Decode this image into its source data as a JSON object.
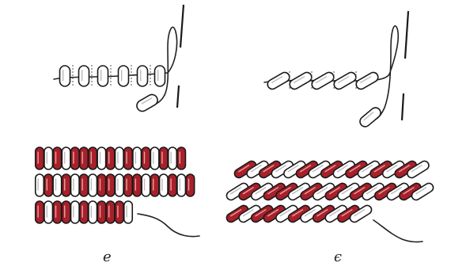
{
  "figure": {
    "panels": [
      {
        "caption": "е",
        "orientation": "vertical"
      },
      {
        "caption": "є",
        "orientation": "diagonal"
      }
    ]
  },
  "colors": {
    "bead_red": "#a8202a",
    "bead_white": "#ffffff",
    "outline": "#1a1a1a",
    "thread": "#222222"
  }
}
